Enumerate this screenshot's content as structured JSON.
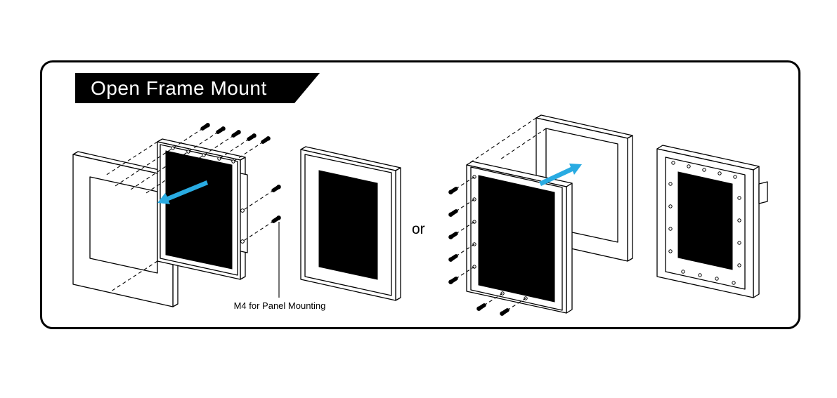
{
  "banner": {
    "title": "Open Frame Mount"
  },
  "labels": {
    "or": "or",
    "m4_screw": "M4 for Panel Mounting"
  },
  "colors": {
    "outline": "#000000",
    "accent_arrow": "#29ABE2",
    "banner_background": "#000000",
    "banner_text": "#FFFFFF",
    "screen_fill": "#000000",
    "page_background": "#FFFFFF"
  },
  "figures": {
    "left_method": {
      "parts": [
        "panel-frame-with-cutout",
        "open-frame-display",
        "assembled-front-view"
      ]
    },
    "right_method": {
      "parts": [
        "open-frame-display",
        "panel-frame-with-cutout",
        "assembled-rear-view"
      ]
    }
  }
}
